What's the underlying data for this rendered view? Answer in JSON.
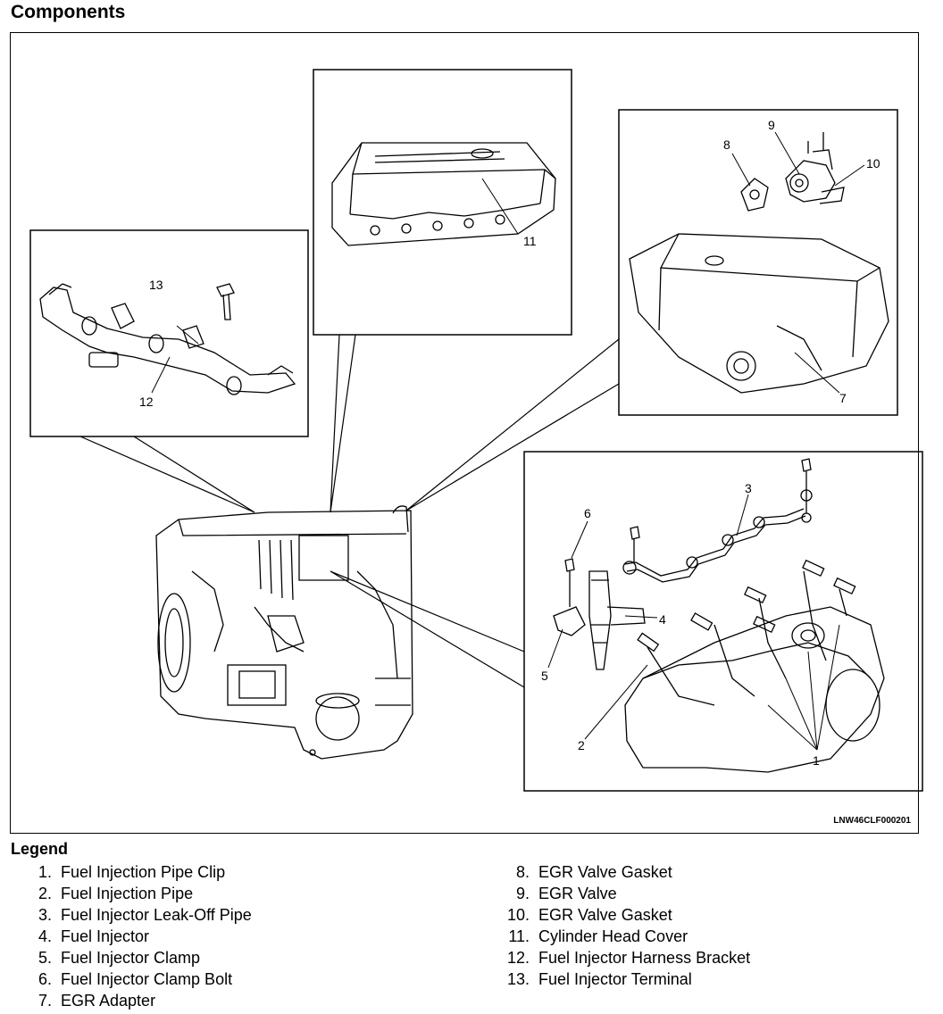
{
  "title": "Components",
  "figure_code": "LNW46CLF000201",
  "legend": {
    "title": "Legend",
    "left": [
      {
        "num": "1.",
        "label": "Fuel Injection Pipe Clip"
      },
      {
        "num": "2.",
        "label": "Fuel Injection Pipe"
      },
      {
        "num": "3.",
        "label": "Fuel Injector Leak-Off Pipe"
      },
      {
        "num": "4.",
        "label": "Fuel Injector"
      },
      {
        "num": "5.",
        "label": "Fuel Injector Clamp"
      },
      {
        "num": "6.",
        "label": "Fuel Injector Clamp Bolt"
      },
      {
        "num": "7.",
        "label": "EGR Adapter"
      }
    ],
    "right": [
      {
        "num": "8.",
        "label": "EGR Valve Gasket"
      },
      {
        "num": "9.",
        "label": "EGR Valve"
      },
      {
        "num": "10.",
        "label": "EGR Valve Gasket"
      },
      {
        "num": "11.",
        "label": "Cylinder Head Cover"
      },
      {
        "num": "12.",
        "label": "Fuel Injector Harness Bracket"
      },
      {
        "num": "13.",
        "label": "Fuel Injector Terminal"
      }
    ]
  },
  "callouts": {
    "c1": "1",
    "c2": "2",
    "c3": "3",
    "c4": "4",
    "c5": "5",
    "c6": "6",
    "c7": "7",
    "c8": "8",
    "c9": "9",
    "c10": "10",
    "c11": "11",
    "c12": "12",
    "c13": "13"
  }
}
